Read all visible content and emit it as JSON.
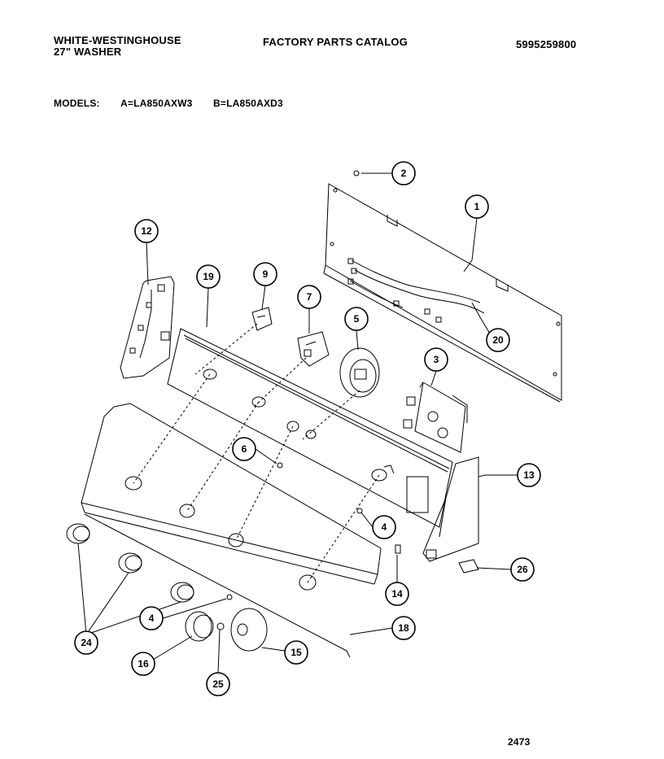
{
  "header": {
    "brand": "WHITE-WESTINGHOUSE",
    "product": "27\" WASHER",
    "catalog_title": "FACTORY PARTS CATALOG",
    "catalog_number": "5995259800",
    "models_label": "MODELS:",
    "model_a": "A=LA850AXW3",
    "model_b": "B=LA850AXD3"
  },
  "callouts": {
    "c1": "1",
    "c2": "2",
    "c3": "3",
    "c4a": "4",
    "c4b": "4",
    "c5": "5",
    "c6": "6",
    "c7": "7",
    "c9": "9",
    "c12": "12",
    "c13": "13",
    "c14": "14",
    "c15": "15",
    "c16": "16",
    "c18": "18",
    "c19": "19",
    "c20": "20",
    "c24": "24",
    "c25": "25",
    "c26": "26"
  },
  "footer": {
    "page_code": "2473"
  }
}
